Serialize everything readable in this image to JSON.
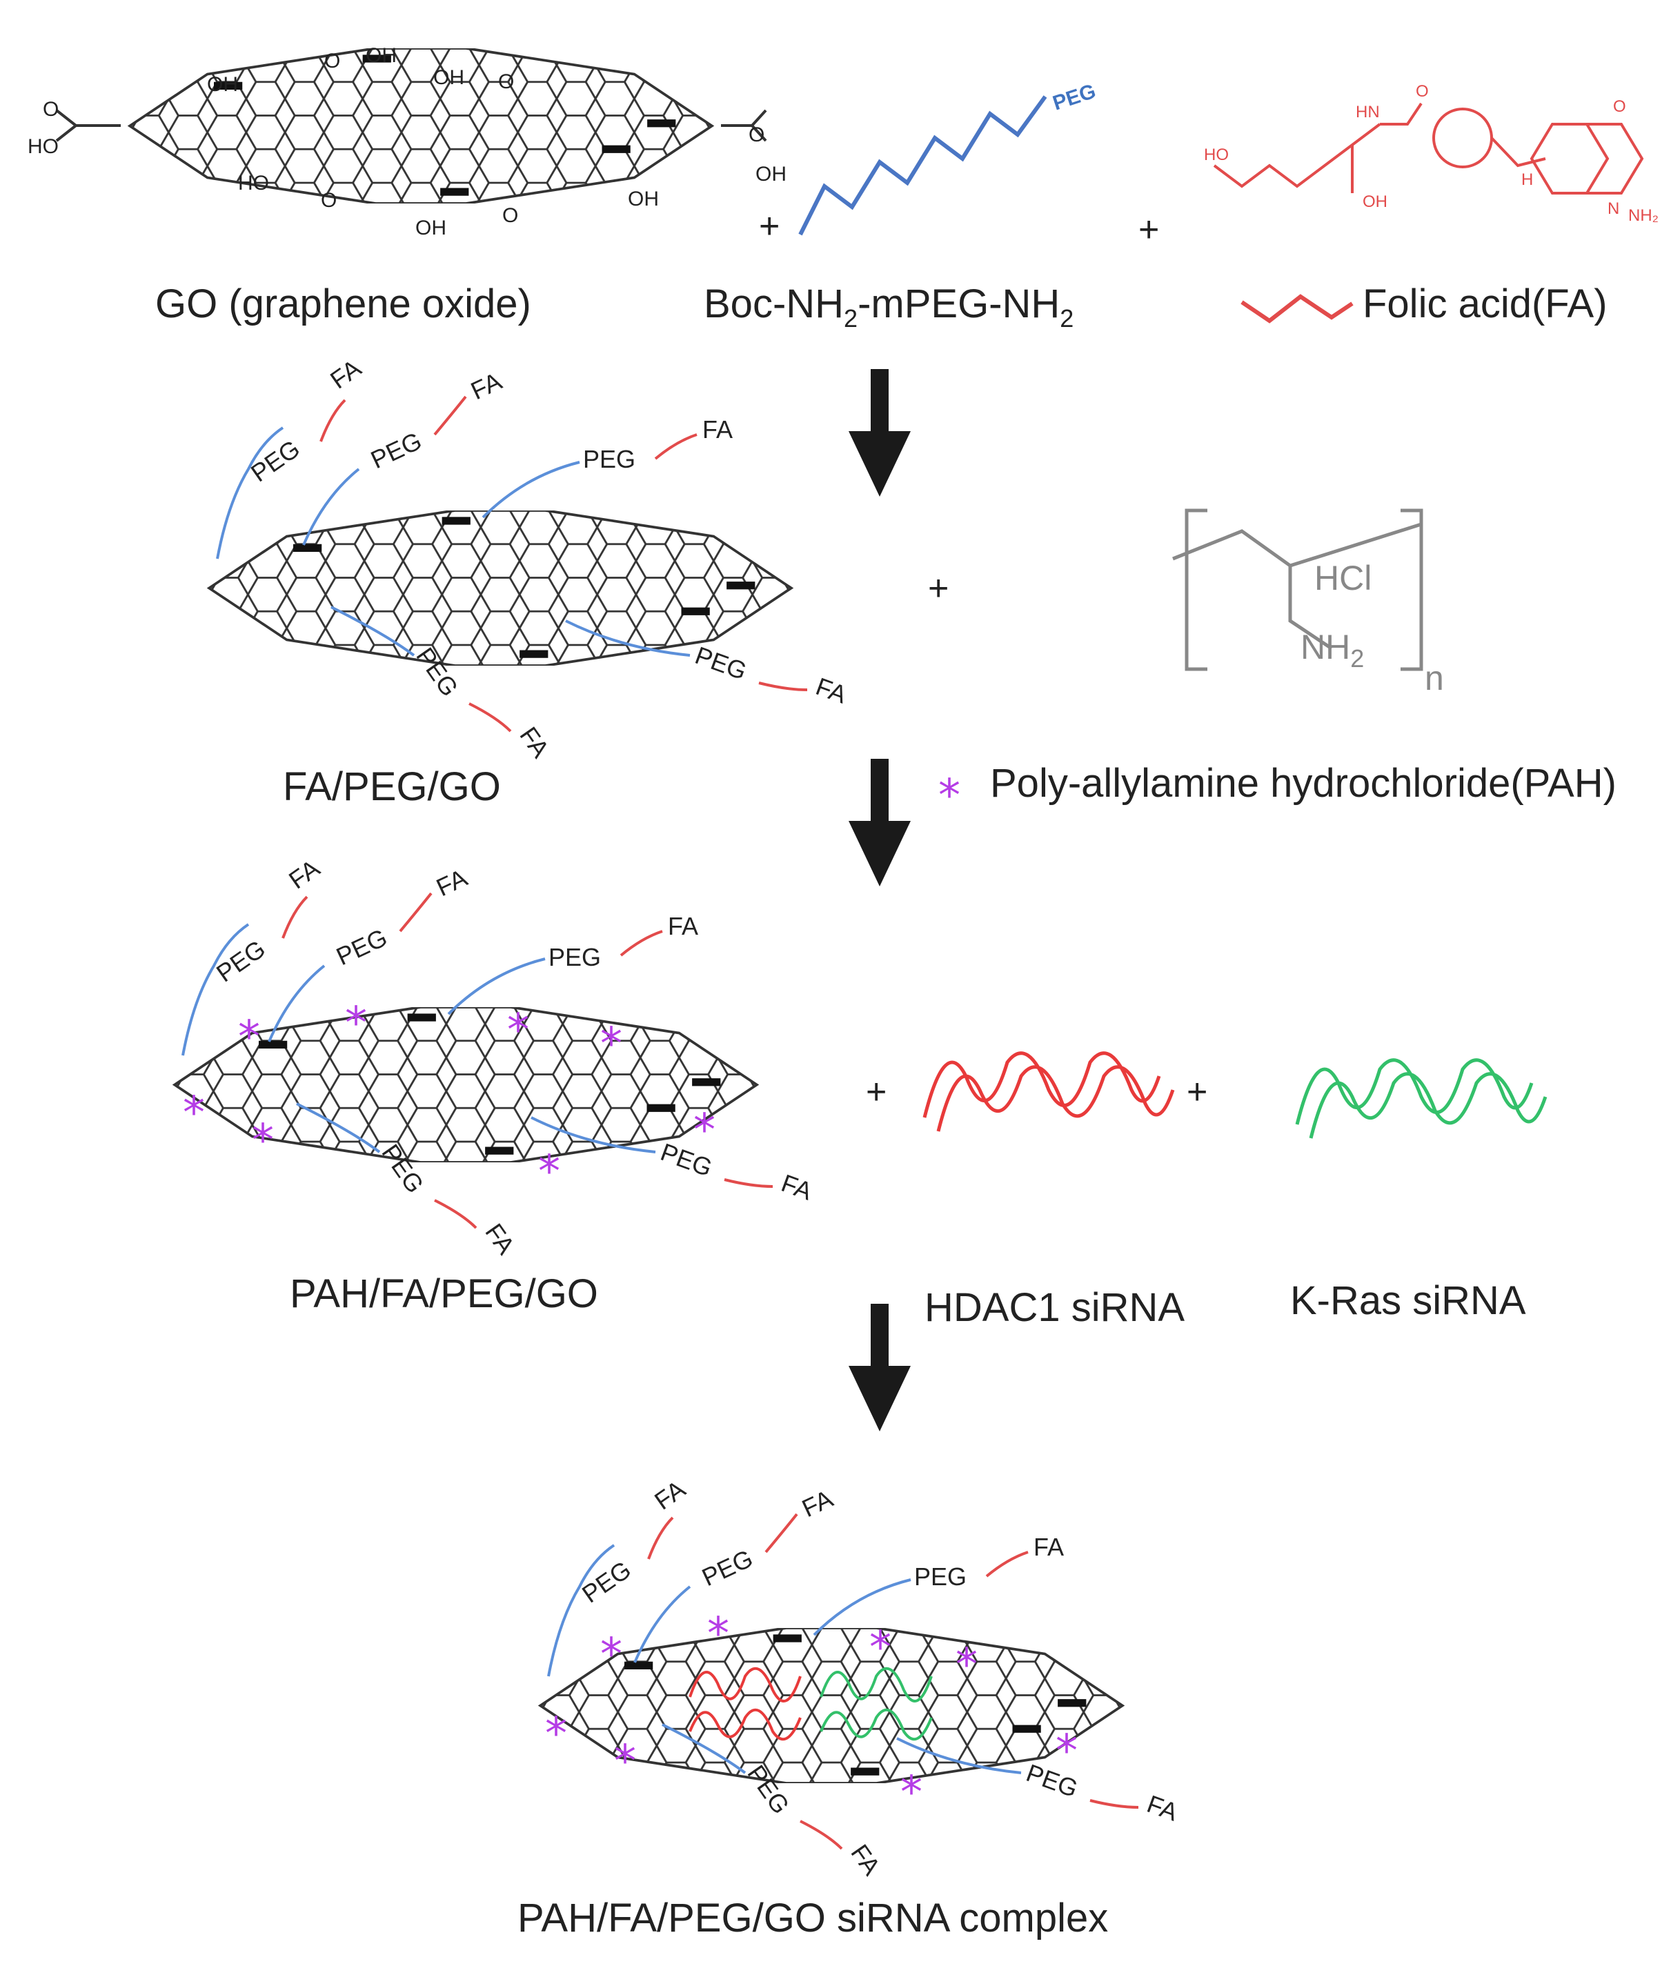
{
  "labels": {
    "go": "GO (graphene oxide)",
    "peg_main": "Boc-NH",
    "peg_sub1": "2",
    "peg_mid": "-mPEG-NH",
    "peg_sub2": "2",
    "fa": "Folic acid(FA)",
    "fa_peg_go": "FA/PEG/GO",
    "pah_legend": "Poly-allylamine hydrochloride(PAH)",
    "pah_fa_peg_go": "PAH/FA/PEG/GO",
    "hdac1": "HDAC1 siRNA",
    "kras": "K-Ras siRNA",
    "complex": "PAH/FA/PEG/GO siRNA complex"
  },
  "chain": {
    "peg": "PEG",
    "fa": "FA"
  },
  "go_groups": {
    "oh": "OH",
    "ho": "HO",
    "o": "O"
  },
  "pah_polymer": {
    "hcl": "HCl",
    "nh2": "NH",
    "sub": "2",
    "n": "n"
  },
  "fa_struct": {
    "hn": "HN",
    "ho": "HO",
    "oh": "OH",
    "h": "H",
    "n": "N",
    "nh2": "NH₂",
    "o": "O"
  },
  "symbols": {
    "plus": "+",
    "star": "*"
  },
  "colors": {
    "peg_blue": "#5b8fd9",
    "fa_red": "#e24b4b",
    "sirna_red": "#e83a3a",
    "sirna_green": "#33c06a",
    "pah_purple": "#b53de6",
    "graphene": "#333333",
    "arrow": "#1a1a1a"
  }
}
